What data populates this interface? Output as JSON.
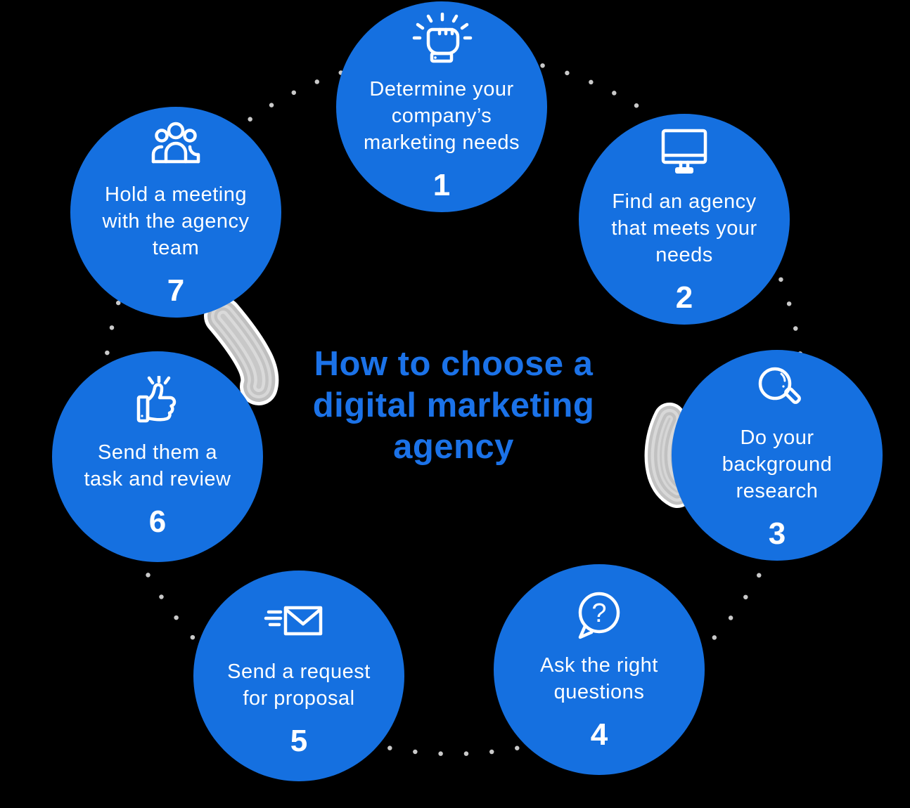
{
  "title": {
    "full_text": "How to choose a digital marketing agency",
    "lines": [
      "How to choose a",
      "digital marketing",
      "agency"
    ]
  },
  "steps": [
    {
      "number": "1",
      "icon": "fist-icon",
      "label": "Determine your company’s marketing needs",
      "lines": [
        "Determine your",
        "company’s",
        "marketing needs"
      ]
    },
    {
      "number": "2",
      "icon": "monitor-icon",
      "label": "Find an agency that meets your needs",
      "lines": [
        "Find an agency",
        "that meets your",
        "needs"
      ]
    },
    {
      "number": "3",
      "icon": "magnifier-icon",
      "label": "Do your background research",
      "lines": [
        "Do your",
        "background",
        "research"
      ]
    },
    {
      "number": "4",
      "icon": "question-bubble-icon",
      "label": "Ask the right questions",
      "lines": [
        "Ask the right",
        "questions"
      ]
    },
    {
      "number": "5",
      "icon": "send-mail-icon",
      "label": "Send a request for proposal",
      "lines": [
        "Send a request",
        "for proposal"
      ]
    },
    {
      "number": "6",
      "icon": "thumbs-up-icon",
      "label": "Send them a task and review",
      "lines": [
        "Send them a",
        "task and review"
      ]
    },
    {
      "number": "7",
      "icon": "team-icon",
      "label": "Hold a meeting with the agency team",
      "lines": [
        "Hold a meeting",
        "with the agency",
        "team"
      ]
    }
  ],
  "icons": {
    "question_mark": "?"
  },
  "colors": {
    "circle_fill": "#1570e0",
    "title_text": "#1b72e8",
    "step_text": "#ffffff",
    "ring_dots": "#c9c9c9",
    "background": "#000000"
  }
}
